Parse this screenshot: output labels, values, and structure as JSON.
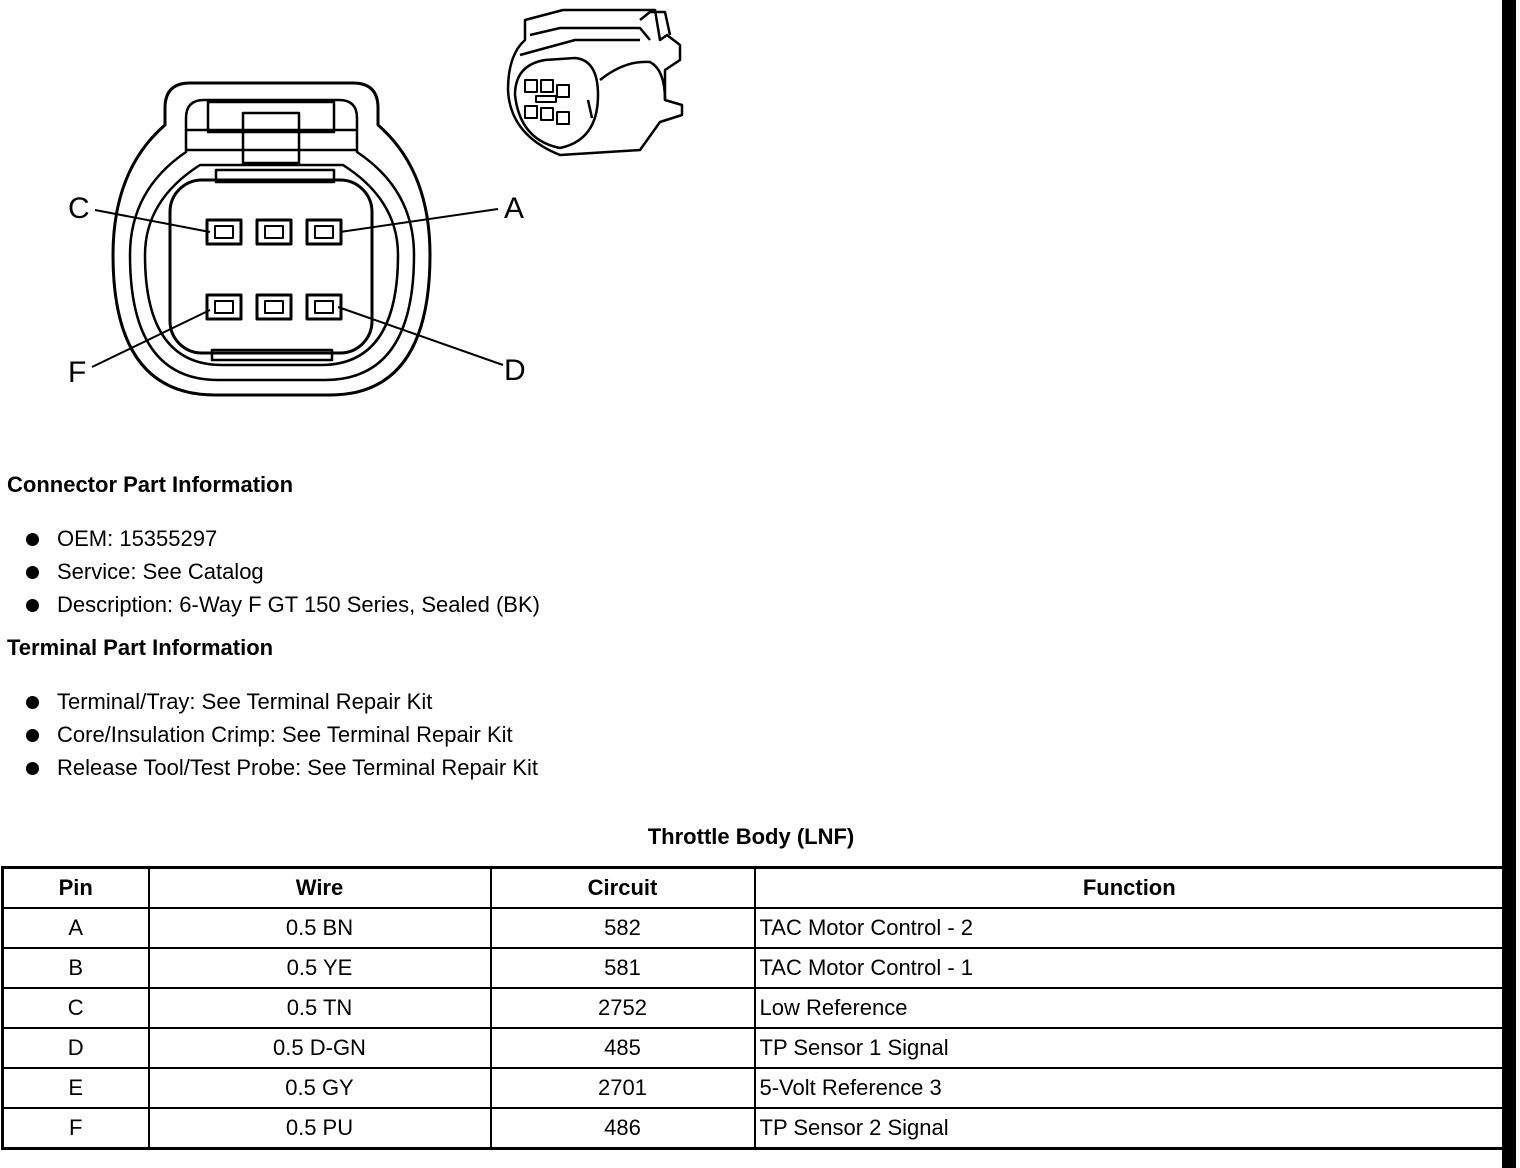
{
  "connector_view": {
    "pin_labels": {
      "c": "C",
      "a": "A",
      "f": "F",
      "d": "D"
    }
  },
  "connector_part_info": {
    "heading": "Connector Part Information",
    "items": [
      "OEM: 15355297",
      "Service: See Catalog",
      "Description: 6-Way F GT 150 Series, Sealed (BK)"
    ]
  },
  "terminal_part_info": {
    "heading": "Terminal Part Information",
    "items": [
      "Terminal/Tray: See Terminal Repair Kit",
      "Core/Insulation Crimp: See Terminal Repair Kit",
      "Release Tool/Test Probe: See Terminal Repair Kit"
    ]
  },
  "pin_table": {
    "title": "Throttle Body (LNF)",
    "headers": [
      "Pin",
      "Wire",
      "Circuit",
      "Function"
    ],
    "rows": [
      [
        "A",
        "0.5 BN",
        "582",
        "TAC Motor Control - 2"
      ],
      [
        "B",
        "0.5 YE",
        "581",
        "TAC Motor Control - 1"
      ],
      [
        "C",
        "0.5 TN",
        "2752",
        "Low Reference"
      ],
      [
        "D",
        "0.5 D-GN",
        "485",
        "TP Sensor 1 Signal"
      ],
      [
        "E",
        "0.5 GY",
        "2701",
        "5-Volt Reference 3"
      ],
      [
        "F",
        "0.5 PU",
        "486",
        "TP Sensor 2 Signal"
      ]
    ]
  },
  "colors": {
    "ink": "#000000",
    "paper": "#ffffff"
  }
}
